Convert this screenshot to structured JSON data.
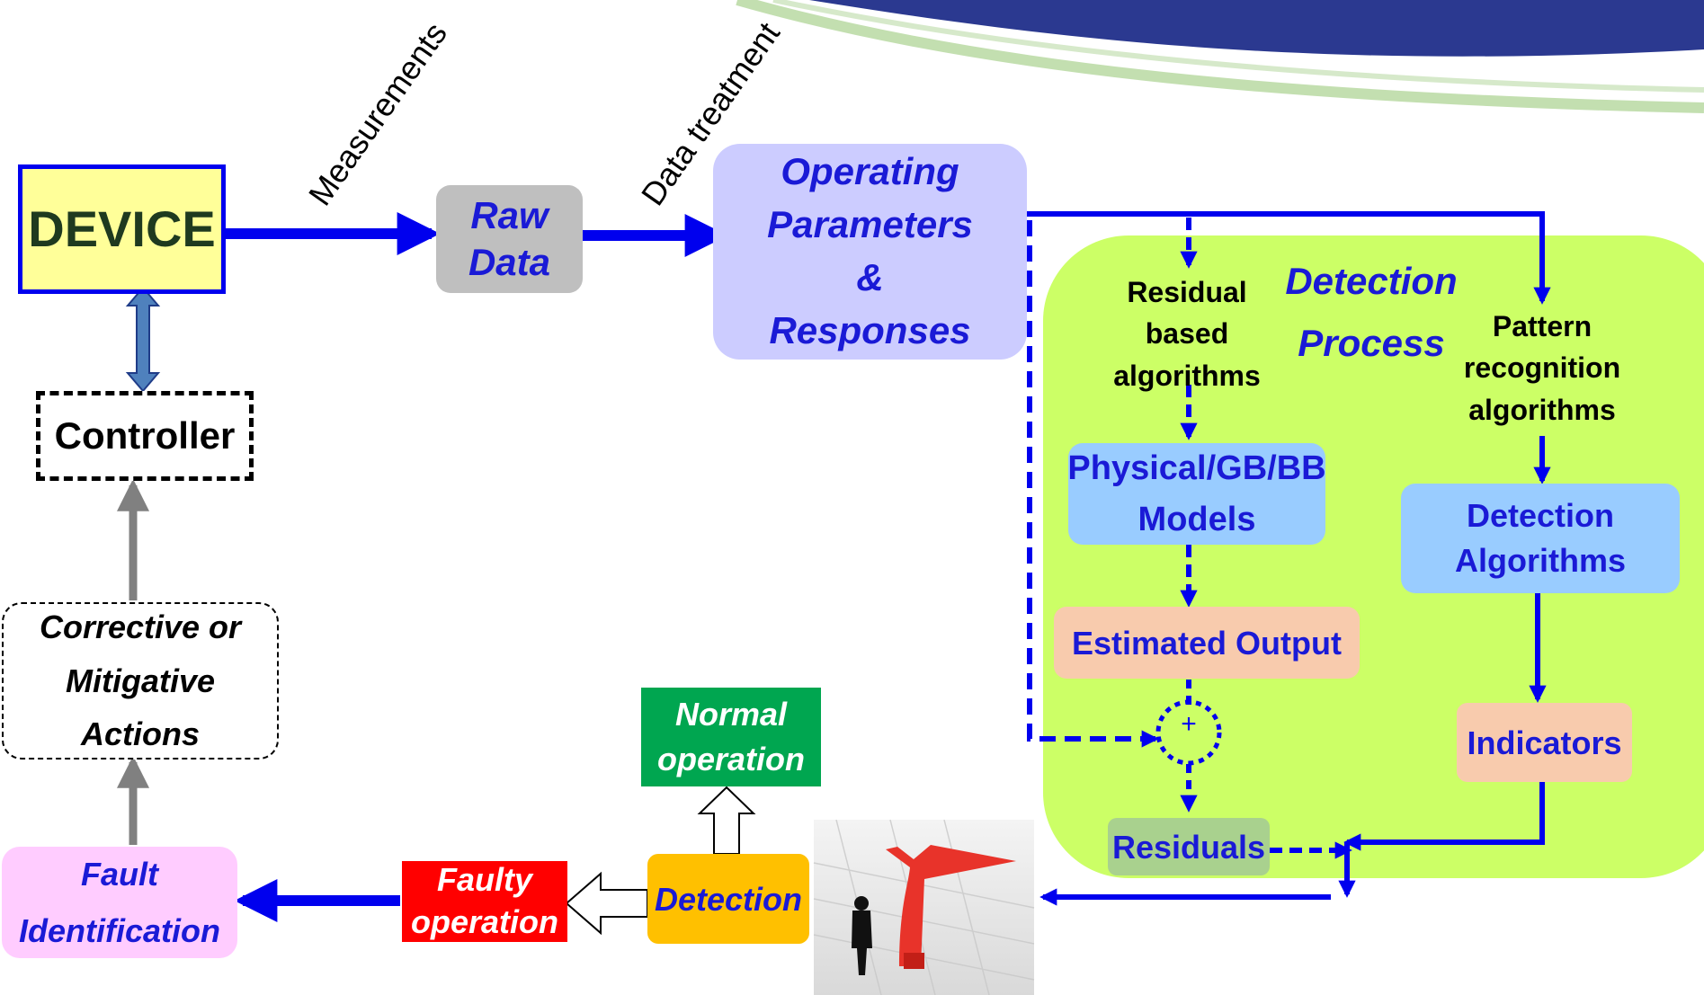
{
  "device": {
    "label": "DEVICE"
  },
  "controller": {
    "label": "Controller"
  },
  "raw_data": {
    "line1": "Raw",
    "line2": "Data"
  },
  "operating": {
    "line1": "Operating",
    "line2": "Parameters",
    "line3": "&",
    "line4": "Responses"
  },
  "edge_labels": {
    "measurements": "Measurements",
    "data_treatment": "Data treatment"
  },
  "detection_process": {
    "title_line1": "Detection",
    "title_line2": "Process",
    "residual_algorithms": {
      "line1": "Residual",
      "line2": "based",
      "line3": "algorithms"
    },
    "pattern_algorithms": {
      "line1": "Pattern",
      "line2": "recognition",
      "line3": "algorithms"
    },
    "models": {
      "line1": "Physical/GB/BB",
      "line2": "Models"
    },
    "estimated_output": "Estimated Output",
    "summing_symbol": "+",
    "residuals": "Residuals",
    "detection_algorithms": {
      "line1": "Detection",
      "line2": "Algorithms"
    },
    "indicators": "Indicators"
  },
  "corrective": {
    "line1": "Corrective or",
    "line2": "Mitigative",
    "line3": "Actions"
  },
  "normal_operation": {
    "line1": "Normal",
    "line2": "operation"
  },
  "faulty_operation": {
    "line1": "Faulty",
    "line2": "operation"
  },
  "detection": "Detection",
  "fault_identification": {
    "line1": "Fault",
    "line2": "Identification"
  },
  "colors": {
    "arrow_blue": "#0000ee",
    "process_green": "#ccff66",
    "device_fill": "#ffff99",
    "raw_data_fill": "#bfbfbf",
    "operating_fill": "#ccccff",
    "model_fill": "#99ccff",
    "estimated_fill": "#f8cbad",
    "residuals_fill": "#a9d18e",
    "normal_fill": "#00a650",
    "faulty_fill": "#ff0000",
    "detection_fill": "#ffc000",
    "fault_id_fill": "#ffccff",
    "banner_navy": "#2b3990"
  },
  "icons": [
    "crossroads-person-image"
  ]
}
